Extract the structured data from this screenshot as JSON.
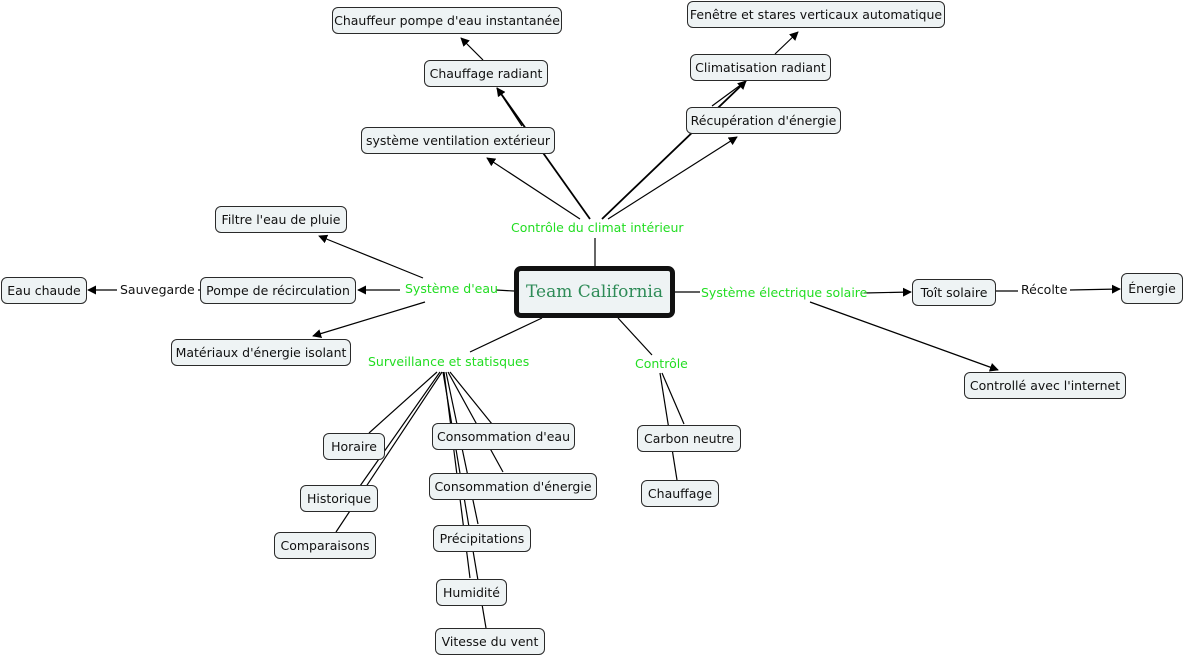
{
  "center": "Team California",
  "categories": {
    "climat": "Contrôle du climat intérieur",
    "eau": "Système d'eau",
    "solaire": "Système électrique solaire",
    "surveillance": "Surveillance et statisques",
    "controle": "Contrôle"
  },
  "nodes": {
    "chauffeur_pompe": "Chauffeur pompe d'eau instantanée",
    "chauffage_radiant": "Chauffage radiant",
    "ventilation": "système ventilation extérieur",
    "fenetre": "Fenêtre et stares verticaux automatique",
    "climatisation": "Climatisation radiant",
    "recuperation": "Récupération d'énergie",
    "filtre": "Filtre l'eau de pluie",
    "pompe": "Pompe de récirculation",
    "eau_chaude": "Eau chaude",
    "materiaux": "Matériaux d'énergie isolant",
    "toit": "Toît solaire",
    "energie": "Énergie",
    "internet": "Controllé avec l'internet",
    "horaire": "Horaire",
    "historique": "Historique",
    "comparaisons": "Comparaisons",
    "conso_eau": "Consommation d'eau",
    "conso_energie": "Consommation d'énergie",
    "precipitations": "Précipitations",
    "humidite": "Humidité",
    "vent": "Vitesse du vent",
    "carbon": "Carbon neutre",
    "chauffage": "Chauffage"
  },
  "edge_labels": {
    "sauvegarde": "Sauvegarde",
    "recolte": "Récolte"
  }
}
